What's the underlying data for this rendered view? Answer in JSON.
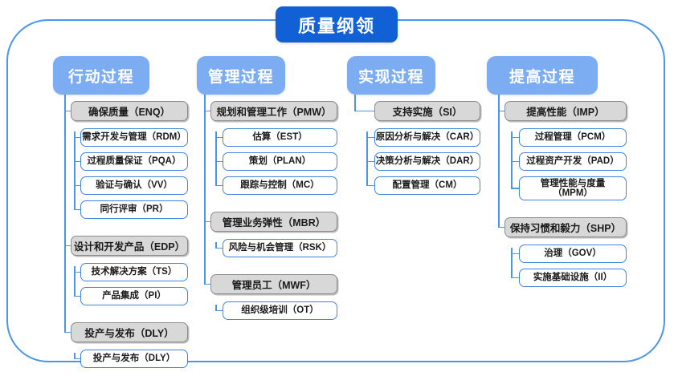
{
  "title": "质量纲领",
  "columns": [
    {
      "id": "action-process",
      "header": "行动过程",
      "groups": [
        {
          "label": "确保质量（ENQ）",
          "items": [
            "需求开发与管理（RDM）",
            "过程质量保证（PQA）",
            "验证与确认（VV）",
            "同行评审（PR）"
          ]
        },
        {
          "label": "设计和开发产品（EDP）",
          "items": [
            "技术解决方案（TS）",
            "产品集成（PI）"
          ]
        },
        {
          "label": "投产与发布（DLY）",
          "items": [
            "投产与发布（DLY）"
          ]
        }
      ]
    },
    {
      "id": "management-process",
      "header": "管理过程",
      "groups": [
        {
          "label": "规划和管理工作（PMW）",
          "items": [
            "估算（EST）",
            "策划（PLAN）",
            "跟踪与控制（MC）"
          ]
        },
        {
          "label": "管理业务弹性（MBR）",
          "items": [
            "风险与机会管理（RSK）"
          ]
        },
        {
          "label": "管理员工（MWF）",
          "items": [
            "组织级培训（OT）"
          ]
        }
      ]
    },
    {
      "id": "implementation-process",
      "header": "实现过程",
      "groups": [
        {
          "label": "支持实施（SI）",
          "items": [
            "原因分析与解决（CAR）",
            "决策分析与解决（DAR）",
            "配置管理（CM）"
          ]
        }
      ]
    },
    {
      "id": "improvement-process",
      "header": "提高过程",
      "groups": [
        {
          "label": "提高性能（IMP）",
          "items": [
            "过程管理（PCM）",
            "过程资产开发（PAD）",
            "管理性能与度量\n（MPM）"
          ]
        },
        {
          "label": "保持习惯和毅力（SHP）",
          "items": [
            "治理（GOV）",
            "实施基础设施（II）"
          ]
        }
      ]
    }
  ],
  "colors": {
    "title_bg": "#1160d6",
    "header_bg": "#7cadf2",
    "group_bg": "#d8d8d8",
    "group_border": "#8d8d8d",
    "leaf_border": "#3f86e0",
    "frame_border": "#4a96ea",
    "text": "#1a1a1a"
  }
}
